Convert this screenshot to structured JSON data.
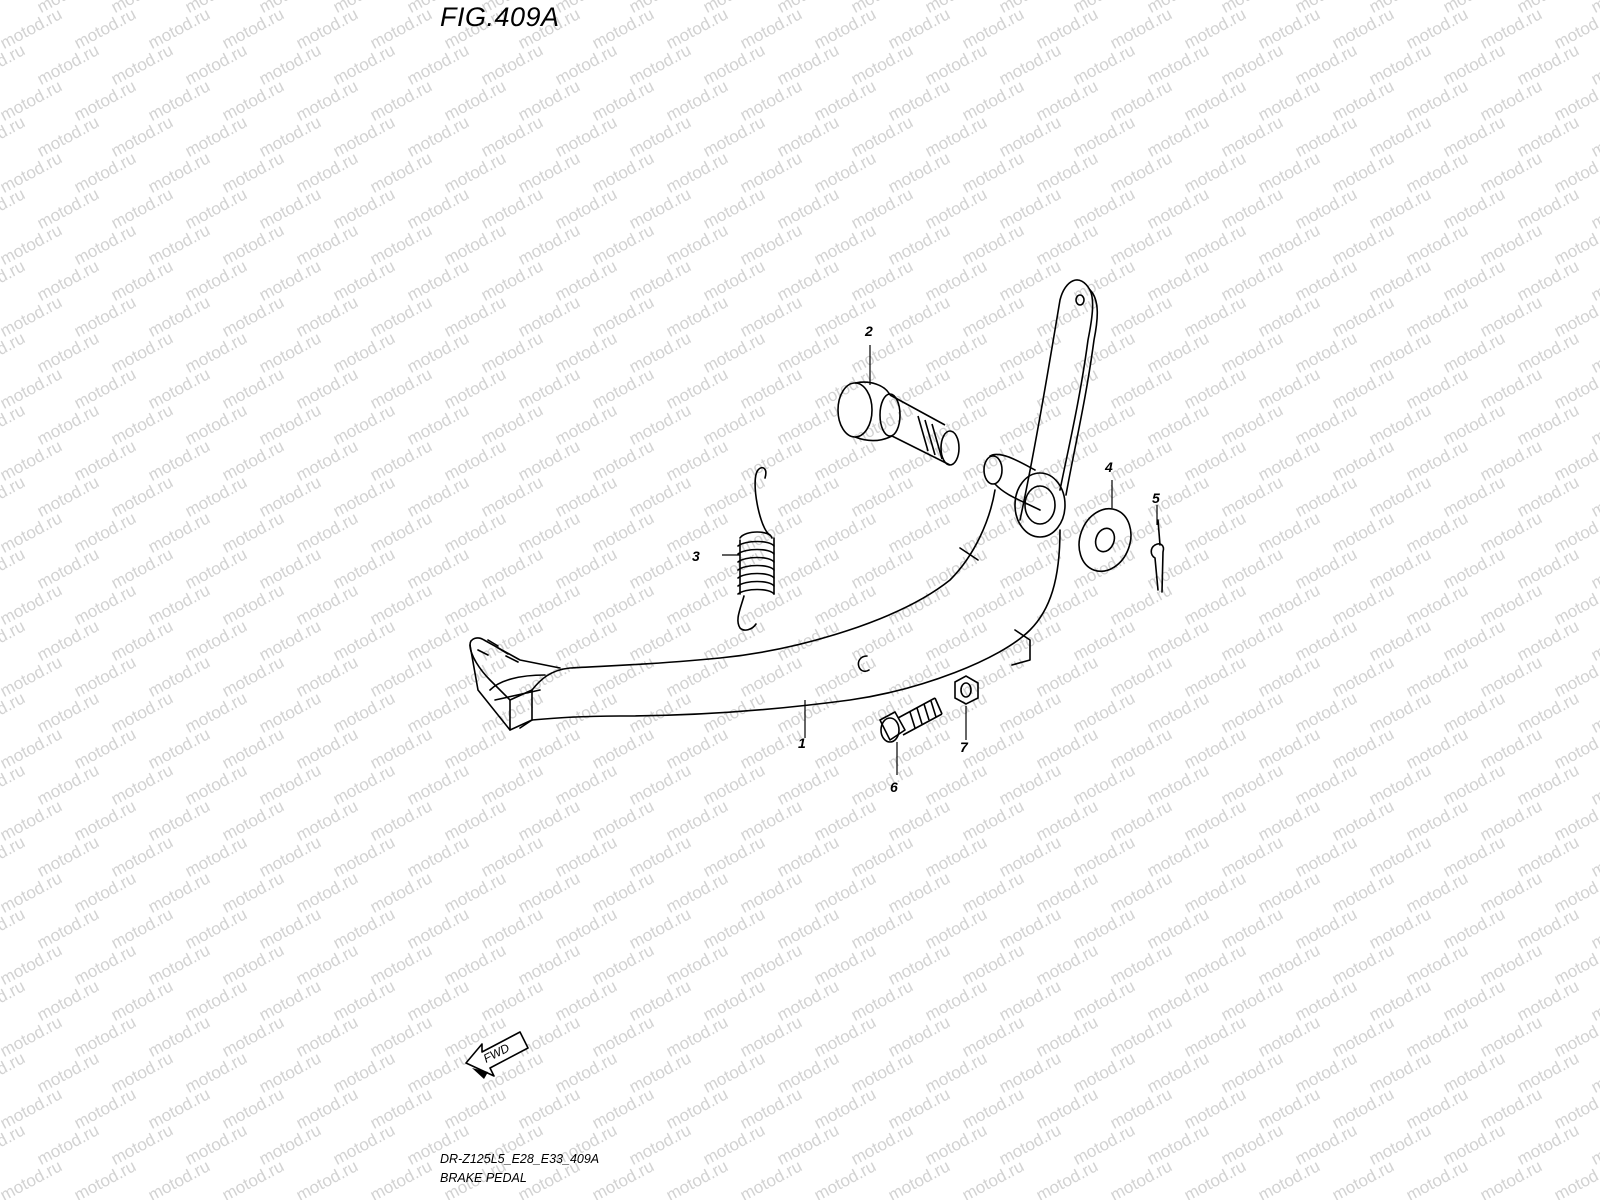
{
  "figure": {
    "title": "FIG.409A",
    "diagram_code": "DR-Z125L5_E28_E33_409A",
    "diagram_name": "BRAKE PEDAL"
  },
  "callouts": [
    {
      "number": "1",
      "part": "brake pedal"
    },
    {
      "number": "2",
      "part": "pivot bolt"
    },
    {
      "number": "3",
      "part": "return spring"
    },
    {
      "number": "4",
      "part": "washer"
    },
    {
      "number": "5",
      "part": "cotter pin"
    },
    {
      "number": "6",
      "part": "bolt"
    },
    {
      "number": "7",
      "part": "nut"
    }
  ],
  "fwd_indicator": {
    "label": "FWD",
    "icon": "fwd-arrow-icon"
  },
  "watermark": {
    "text": "motod.ru",
    "color": "#d2d2d2"
  },
  "colors": {
    "line": "#000000",
    "background": "#ffffff"
  }
}
